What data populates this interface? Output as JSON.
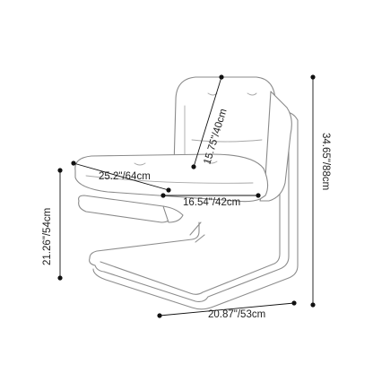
{
  "dimensions": {
    "back_height": "15.75\"/40cm",
    "total_height": "34.65\"/88cm",
    "seat_width": "25.2\"/64cm",
    "seat_depth": "16.54\"/42cm",
    "seat_height": "21.26\"/54cm",
    "base_depth": "20.87\"/53cm"
  }
}
